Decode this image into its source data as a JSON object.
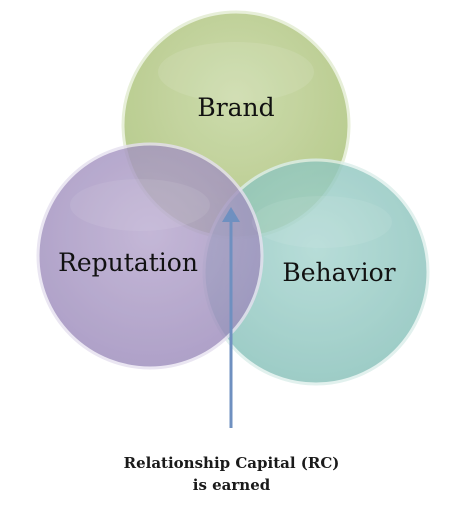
{
  "diagram": {
    "type": "venn",
    "circles": [
      {
        "label": "Brand",
        "color": "#b4c98a"
      },
      {
        "label": "Reputation",
        "color": "#a08fbe"
      },
      {
        "label": "Behavior",
        "color": "#8ec6c0"
      }
    ],
    "arrow_color": "#6f90c0",
    "caption_line1": "Relationship Capital (RC)",
    "caption_line2": "is earned"
  }
}
